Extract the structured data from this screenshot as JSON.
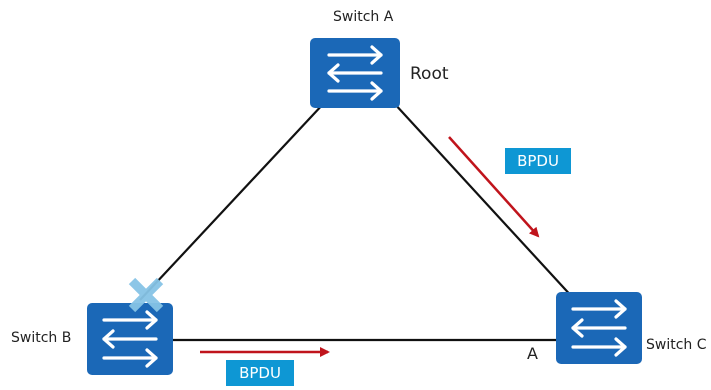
{
  "switches": {
    "a": {
      "label": "Switch A",
      "role": "Root"
    },
    "b": {
      "label": "Switch B"
    },
    "c": {
      "label": "Switch C",
      "port": "A"
    }
  },
  "bpdu": {
    "ac": "BPDU",
    "bc": "BPDU"
  },
  "colors": {
    "switch": "#1b68b7",
    "link": "#111111",
    "bpdu_arrow": "#c0141c",
    "bpdu_badge": "#0e97d4",
    "blocked_mark": "#86c4e6"
  },
  "icons": [
    "switch-icon",
    "bidirectional-arrows-icon",
    "blocked-port-icon",
    "arrow-right-icon"
  ]
}
